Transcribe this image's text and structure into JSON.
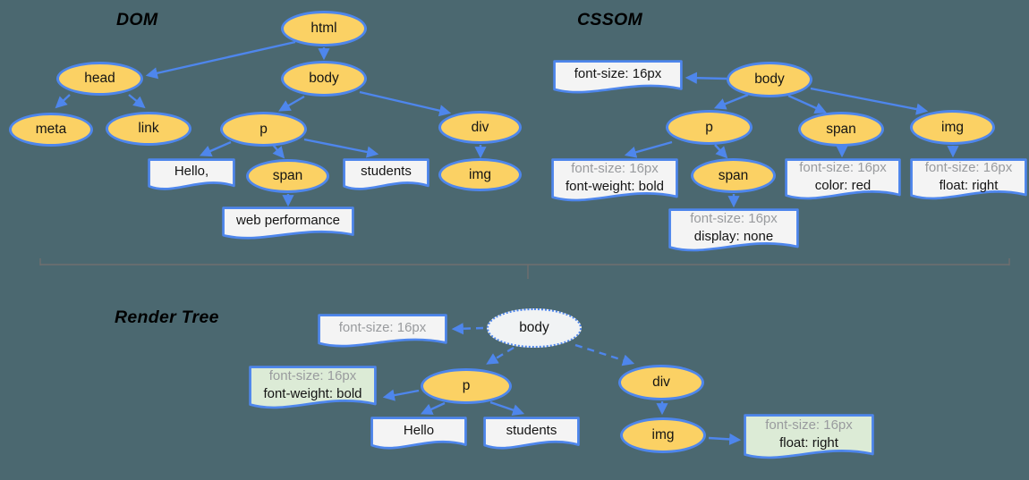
{
  "diagram": {
    "dom": {
      "label": "DOM",
      "nodes": {
        "html": "html",
        "head": "head",
        "body": "body",
        "meta": "meta",
        "link": "link",
        "p": "p",
        "div": "div",
        "span": "span",
        "img": "img"
      },
      "text_boxes": {
        "hello": "Hello,",
        "students": "students",
        "web_performance": "web performance"
      }
    },
    "cssom": {
      "label": "CSSOM",
      "nodes": {
        "body": "body",
        "p": "p",
        "span_body": "span",
        "span_p": "span",
        "img": "img"
      },
      "style_boxes": {
        "body": {
          "line1": "font-size: 16px"
        },
        "p": {
          "line1": "font-size: 16px",
          "line2": "font-weight: bold"
        },
        "span_p": {
          "line1": "font-size: 16px",
          "line2": "display: none"
        },
        "span_body": {
          "line1": "font-size: 16px",
          "line2": "color: red"
        },
        "img": {
          "line1": "font-size: 16px",
          "line2": "float: right"
        }
      }
    },
    "render_tree": {
      "label": "Render Tree",
      "nodes": {
        "body": "body",
        "p": "p",
        "div": "div",
        "img": "img"
      },
      "text_boxes": {
        "hello": "Hello",
        "students": "students"
      },
      "style_boxes": {
        "body": {
          "line1": "font-size: 16px"
        },
        "p": {
          "line1": "font-size: 16px",
          "line2": "font-weight: bold"
        },
        "img": {
          "line1": "font-size: 16px",
          "line2": "float: right"
        }
      }
    },
    "colors": {
      "background": "#4B6870",
      "node_fill": "#FBD164",
      "stroke": "#4E86EC",
      "box_fill": "#F4F4F4",
      "computed_box_fill": "#DCEBD6",
      "render_body_fill": "#F1F3F4",
      "muted_text": "#999B9E",
      "divider": "#6F6F6F"
    }
  }
}
